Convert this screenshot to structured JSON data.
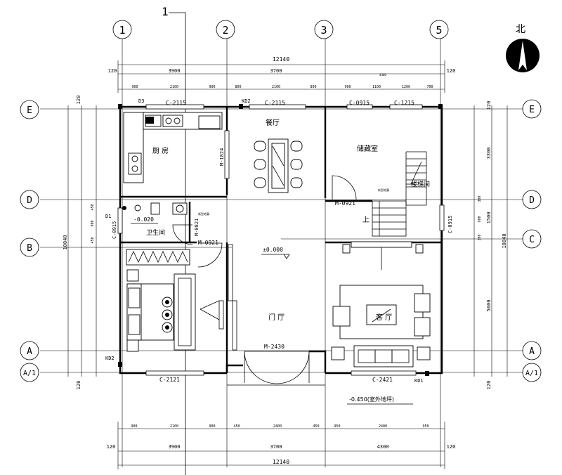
{
  "north_label": "北",
  "section_marker": "1",
  "axes": {
    "columns": [
      "1",
      "2",
      "3",
      "5"
    ],
    "rows": [
      "E",
      "D",
      "C",
      "B",
      "A",
      "A/1"
    ]
  },
  "rooms": {
    "kitchen": "厨 房",
    "dining": "餐厅",
    "storage": "储藏室",
    "stair_room": "楼梯间",
    "bathroom": "卫生间",
    "hall": "门 厅",
    "living": "客 厅"
  },
  "openings": {
    "c2115_a": "C-2115",
    "c2115_b": "C-2115",
    "c0915_top": "C-0915",
    "c1215": "C-1215",
    "m1824": "M-1824",
    "m0921_a": "M-0921",
    "m0921_b": "M-0921",
    "m0821": "M-0821",
    "c0915_left": "C-0915",
    "c0915_right": "C-0915",
    "m2430": "M-2430",
    "c2121": "C-2121",
    "c2421": "C-2421",
    "d3": "D3",
    "kd2_a": "KD2",
    "kd2_b": "KD2",
    "d1": "D1",
    "kd1": "KD1"
  },
  "levels": {
    "bath": "-0.020",
    "floor": "±0.000",
    "outdoor": "-0.450(室外地坪)"
  },
  "stair_up": "上",
  "small_notes": {
    "floor_drain_1": "新型地漏",
    "floor_drain_2": "新型地漏"
  },
  "dims": {
    "top_total": "12140",
    "top_seg": [
      "120",
      "3900",
      "3700",
      "120"
    ],
    "top_minor": [
      "900",
      "2100",
      "900",
      "800",
      "2100",
      "800",
      "900",
      "1100",
      "1200",
      "700"
    ],
    "top_tiny": "4300",
    "bottom_minor": [
      "900",
      "2100",
      "900",
      "450",
      "2400",
      "450",
      "950",
      "2400",
      "950"
    ],
    "bottom_seg": [
      "120",
      "3900",
      "3700",
      "4300",
      "120"
    ],
    "bottom_total": "12140",
    "right_seg": [
      "120",
      "3300",
      "1500",
      "5000",
      "120"
    ],
    "right_minor": [
      "300",
      "900",
      "300"
    ],
    "right_total": "10040",
    "left_total": "10040",
    "left_seg": [
      "120",
      "120"
    ],
    "left_minor": [
      "450",
      "900",
      "450"
    ]
  }
}
